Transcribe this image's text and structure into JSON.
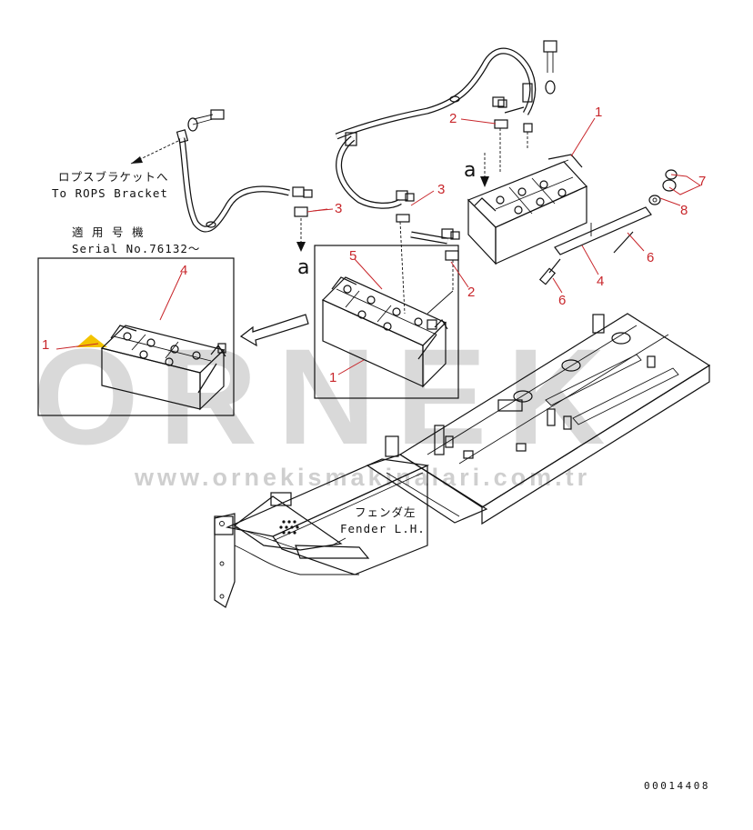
{
  "notes": {
    "rops_jp": "ロプスブラケットへ",
    "rops_en": "To ROPS Bracket",
    "serial_jp": "適 用 号 機",
    "serial_en": "Serial No.76132〜",
    "fender_jp": "フェンダ左",
    "fender_en": "Fender L.H.",
    "view_a_1": "a",
    "view_a_2": "a"
  },
  "callouts": {
    "c1_top": "1",
    "c2_top": "2",
    "c3_mid": "3",
    "c3_left": "3",
    "c2_mid": "2",
    "c4_right": "4",
    "c5": "5",
    "c1_mid": "1",
    "c6_right": "6",
    "c6_low": "6",
    "c7": "7",
    "c8": "8",
    "c4_inset": "4",
    "c1_inset": "1"
  },
  "watermark": {
    "brand": "ORNEK",
    "url": "www.ornekismakinalari.com.tr"
  },
  "drawing_number": "00014408",
  "colors": {
    "callout": "#c8262b",
    "line": "#111111",
    "watermark": "#d9d9d9"
  }
}
